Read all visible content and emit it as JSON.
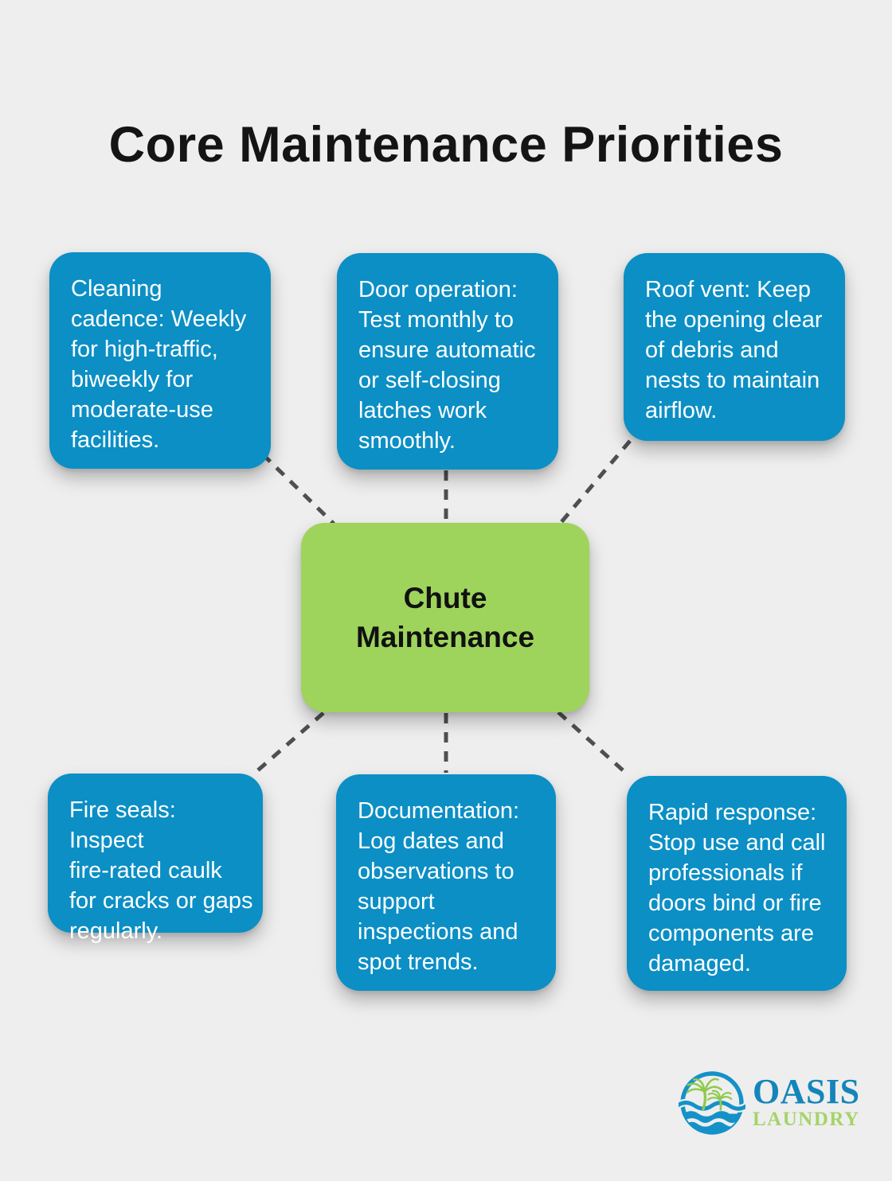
{
  "title": "Core Maintenance Priorities",
  "colors": {
    "background": "#eeeeee",
    "node_blue": "#0b8fc5",
    "node_green": "#9ed45c",
    "connector_gray": "#4f4f4f",
    "node_text": "#ffffff",
    "title_text": "#141414",
    "logo_blue": "#1485bb",
    "logo_green": "#a5d36a"
  },
  "diagram": {
    "center_label": "Chute\nMaintenance",
    "nodes": [
      {
        "id": "cleaning-cadence",
        "text": "Cleaning\ncadence: Weekly\nfor high-traffic,\nbiweekly for\nmoderate-use\nfacilities."
      },
      {
        "id": "door-operation",
        "text": "Door operation:\nTest monthly to\nensure automatic\nor self-closing\nlatches work\nsmoothly."
      },
      {
        "id": "roof-vent",
        "text": "Roof vent: Keep\nthe opening clear\nof debris and\nnests to maintain\nairflow."
      },
      {
        "id": "fire-seals",
        "text": "Fire seals: Inspect\nfire-rated caulk\nfor cracks or gaps\nregularly."
      },
      {
        "id": "documentation",
        "text": "Documentation:\nLog dates and\nobservations to\nsupport\ninspections and\nspot trends."
      },
      {
        "id": "rapid-response",
        "text": "Rapid response:\nStop use and call\nprofessionals if\ndoors bind or fire\ncomponents are\ndamaged."
      }
    ]
  },
  "logo": {
    "name": "OASIS",
    "subname": "LAUNDRY"
  }
}
